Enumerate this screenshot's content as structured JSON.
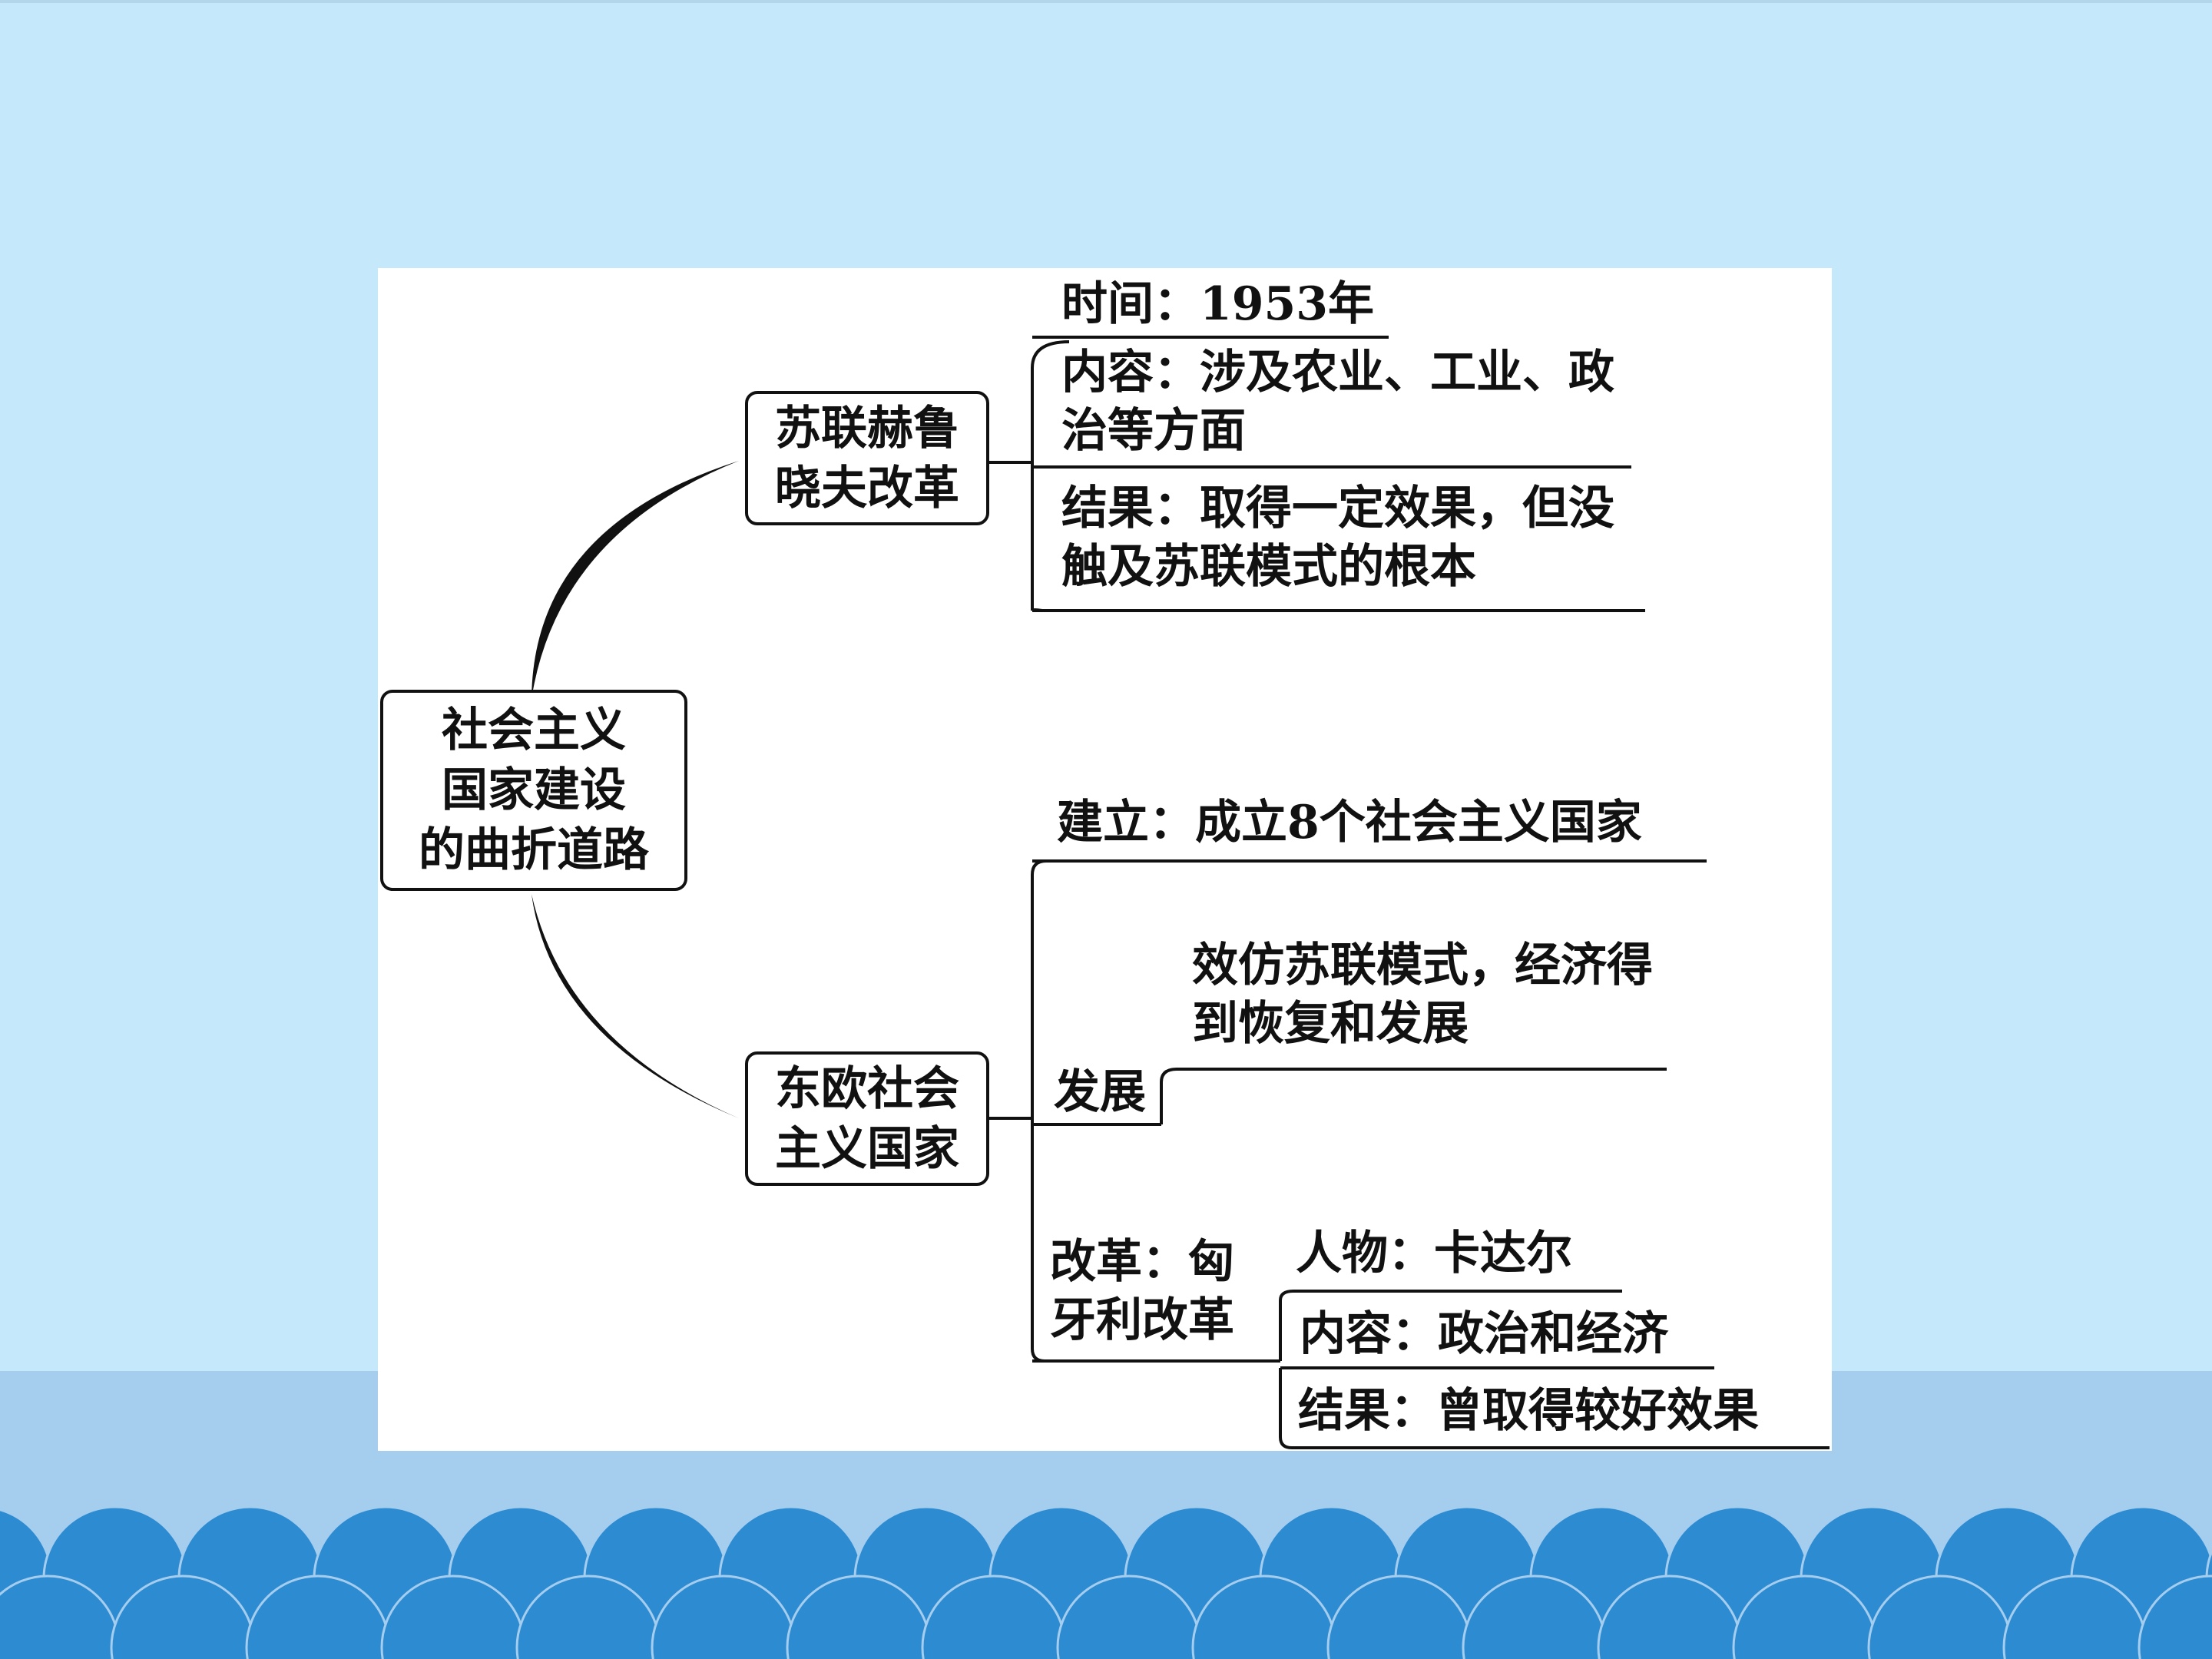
{
  "root": {
    "label": "社会主义\n国家建设\n的曲折道路"
  },
  "branches": [
    {
      "label": "苏联赫鲁\n晓夫改革",
      "items": [
        {
          "text": "时间：1953年"
        },
        {
          "text": "内容：涉及农业、工业、政治等方面"
        },
        {
          "text": "结果：取得一定效果，但没触及苏联模式的根本"
        }
      ]
    },
    {
      "label": "东欧社会\n主义国家",
      "items": [
        {
          "text": "建立：成立8个社会主义国家"
        },
        {
          "label": "发展",
          "detail": "效仿苏联模式，经济得到恢复和发展"
        },
        {
          "label": "改革：匈牙利改革",
          "children": [
            {
              "text": "人物：卡达尔"
            },
            {
              "text": "内容：政治和经济"
            },
            {
              "text": "结果：曾取得较好效果"
            }
          ]
        }
      ]
    }
  ],
  "colors": {
    "background": "#c6e8fb",
    "band": "#a4cdee",
    "waves": "#2d8bd1",
    "panel": "#ffffff",
    "ink": "#111111"
  }
}
